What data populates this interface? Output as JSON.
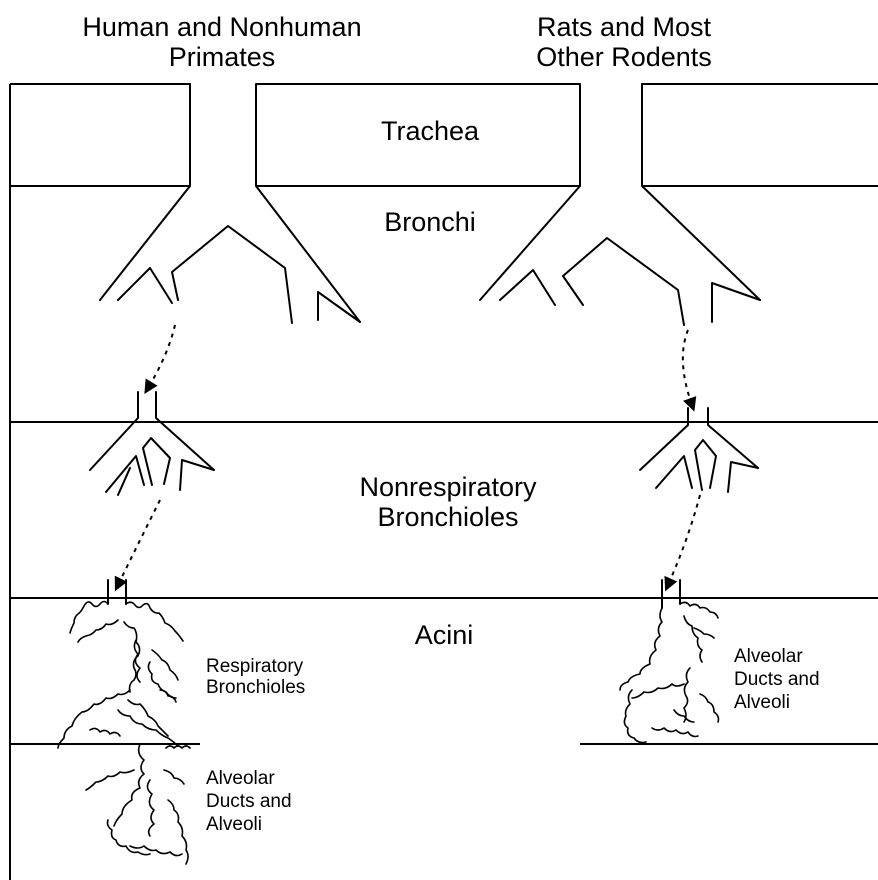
{
  "headers": {
    "left_line1": "Human and Nonhuman",
    "left_line2": "Primates",
    "right_line1": "Rats and Most",
    "right_line2": "Other Rodents"
  },
  "zones": {
    "trachea": "Trachea",
    "bronchi": "Bronchi",
    "bronchioles_line1": "Nonrespiratory",
    "bronchioles_line2": "Bronchioles",
    "acini": "Acini"
  },
  "left_acinus": {
    "resp_line1": "Respiratory",
    "resp_line2": "Bronchioles",
    "duct_line1": "Alveolar",
    "duct_line2": "Ducts and",
    "duct_line3": "Alveoli"
  },
  "right_acinus": {
    "duct_line1": "Alveolar",
    "duct_line2": "Ducts and",
    "duct_line3": "Alveoli"
  }
}
